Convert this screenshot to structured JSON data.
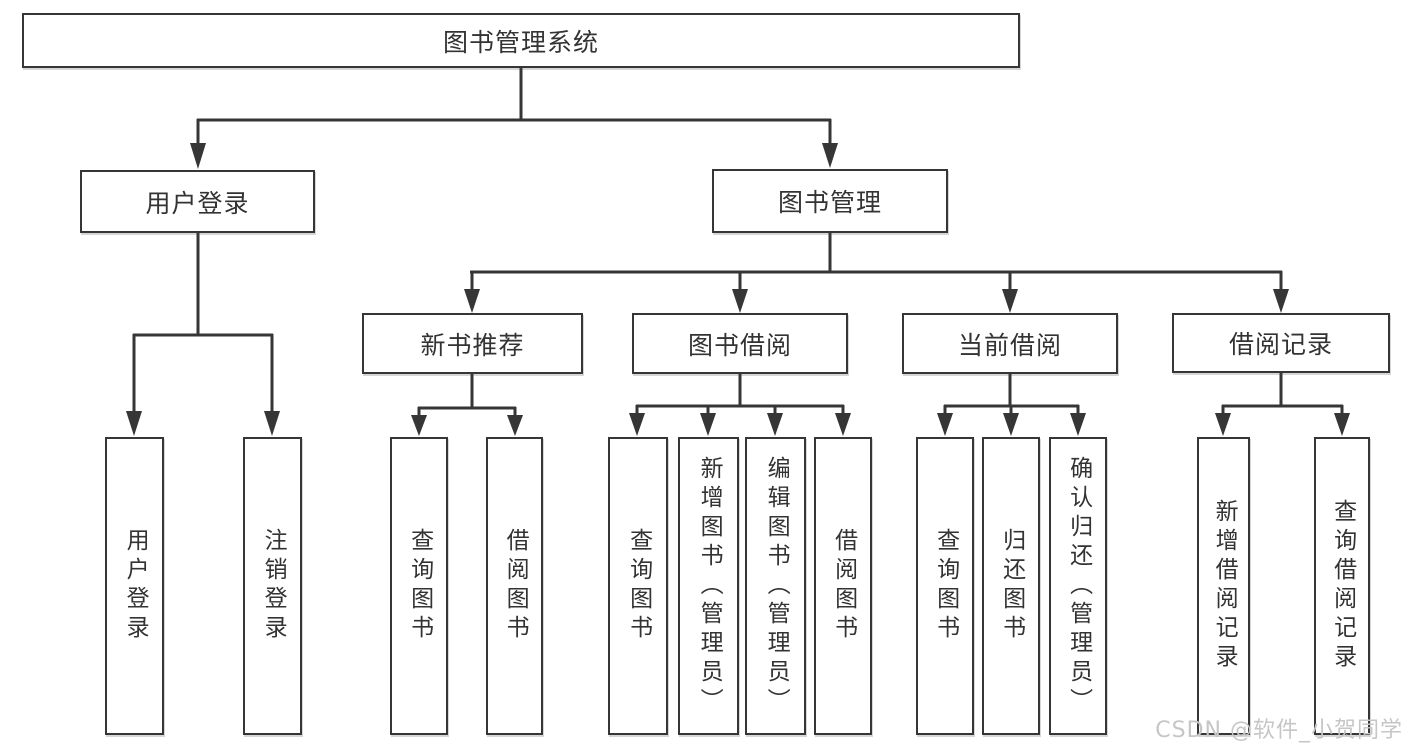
{
  "tree": {
    "label": "图书管理系统",
    "children": [
      {
        "label": "用户登录",
        "children": [
          {
            "label": "用户登录"
          },
          {
            "label": "注销登录"
          }
        ]
      },
      {
        "label": "图书管理",
        "children": [
          {
            "label": "新书推荐",
            "children": [
              {
                "label": "查询图书"
              },
              {
                "label": "借阅图书"
              }
            ]
          },
          {
            "label": "图书借阅",
            "children": [
              {
                "label": "查询图书"
              },
              {
                "label": "新增图书（管理员）"
              },
              {
                "label": "编辑图书（管理员）"
              },
              {
                "label": "借阅图书"
              }
            ]
          },
          {
            "label": "当前借阅",
            "children": [
              {
                "label": "查询图书"
              },
              {
                "label": "归还图书"
              },
              {
                "label": "确认归还（管理员）"
              }
            ]
          },
          {
            "label": "借阅记录",
            "children": [
              {
                "label": "新增借阅记录"
              },
              {
                "label": "查询借阅记录"
              }
            ]
          }
        ]
      }
    ]
  },
  "watermark": "CSDN @软件_小贺同学",
  "colors": {
    "line": "#363636",
    "box_border": "#363636",
    "box_fill": "#ffffff",
    "text": "#333333",
    "watermark_text": "#c6c6c6"
  }
}
